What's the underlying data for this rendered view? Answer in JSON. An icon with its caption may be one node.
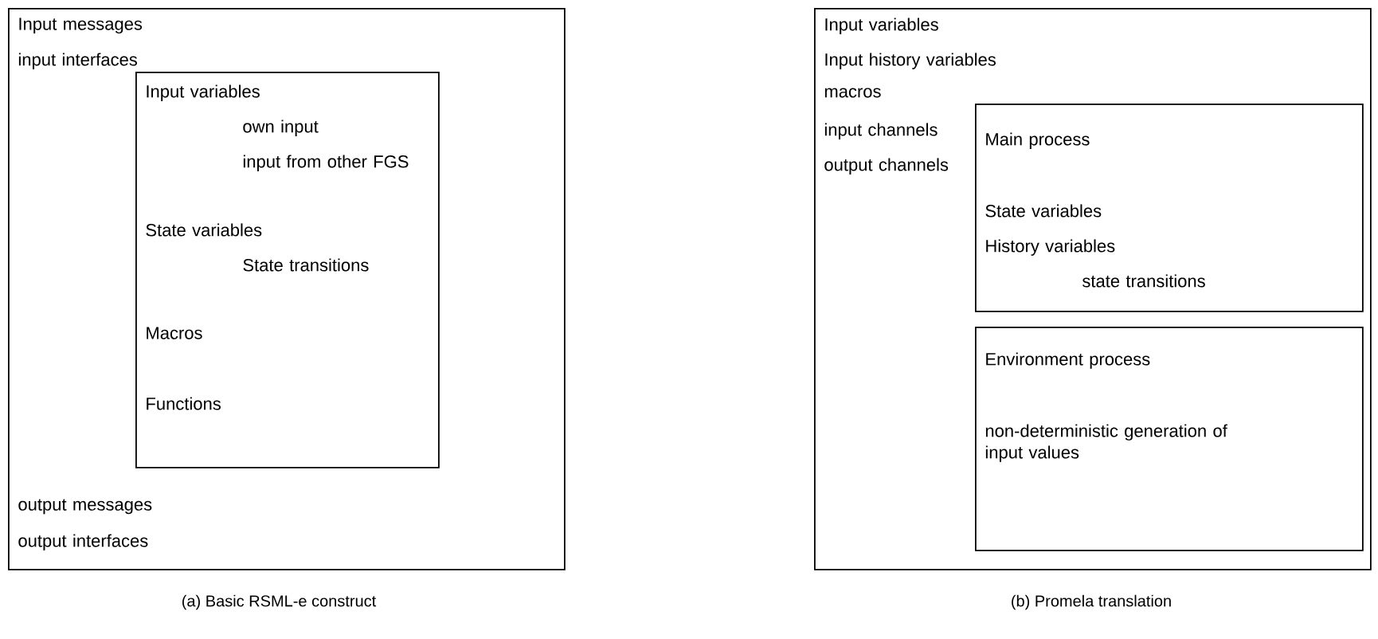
{
  "diagram": {
    "nodes": [
      {
        "text": [
          "Input messages",
          "input interfaces",
          "output messages",
          "output interfaces"
        ],
        "beside": [
          "(a) Basic RSML-e construct"
        ]
      },
      {
        "text": [
          "Input variables",
          "own input",
          "input from other FGS",
          "State variables",
          "State transitions",
          "Macros",
          "Functions"
        ],
        "in": 0
      },
      {
        "text": [
          "Input variables",
          "Input history variables",
          "macros",
          "input channels",
          "output channels"
        ],
        "beside": [
          "(b) Promela translation"
        ]
      },
      {
        "text": [
          "Main process",
          "State variables",
          "History variables",
          "state transitions"
        ],
        "in": 2
      },
      {
        "text": [
          "Environment process",
          "non-deterministic generation of input values"
        ],
        "in": 2
      }
    ],
    "edges": []
  }
}
